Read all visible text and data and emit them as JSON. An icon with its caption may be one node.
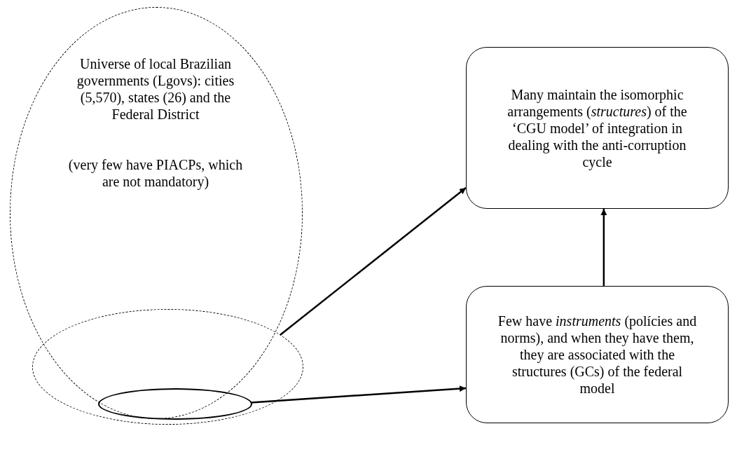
{
  "diagram": {
    "nodes": [
      {
        "text": [
          "Universe of local Brazilian governments (Lgovs): cities (5,570), states (26) and the Federal District",
          "(very few have PIACPs, which are not mandatory)"
        ]
      },
      {
        "text": [],
        "shape": "ellipse",
        "in": 0
      },
      {
        "text": [],
        "shape": "ellipse",
        "in": 1
      },
      {
        "text": [
          "Many maintain the isomorphic arrangements (*structures*) of the ‘CGU model’ of integration in dealing with the anti-corruption cycle"
        ]
      },
      {
        "text": [
          "Few have *instruments* (polícies and norms), and when they have them, they are associated with the structures (GCs) of the federal model"
        ]
      }
    ],
    "edges": [
      {
        "from": 1,
        "to": 3,
        "arrow": "to"
      },
      {
        "from": 2,
        "to": 4,
        "arrow": "to"
      },
      {
        "from": 4,
        "to": 3,
        "arrow": "to"
      }
    ]
  }
}
